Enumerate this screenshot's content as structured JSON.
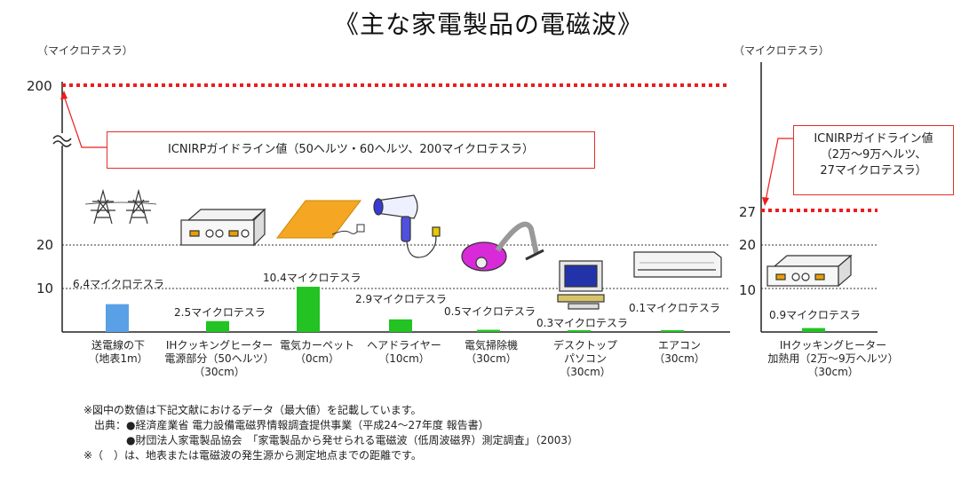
{
  "title": "《主な家電製品の電磁波》",
  "left_panel": {
    "unit": "（マイクロテスラ）",
    "ticks": [
      "200",
      "20",
      "10"
    ],
    "guideline_label": "ICNIRPガイドライン値（50ヘルツ・60ヘルツ、200マイクロテスラ）"
  },
  "right_panel": {
    "unit": "（マイクロテスラ）",
    "ticks": [
      "27",
      "20",
      "10"
    ],
    "guideline_lines": [
      "ICNIRPガイドライン値",
      "（2万〜9万ヘルツ、",
      "27マイクロテスラ）"
    ]
  },
  "colors": {
    "accent_bar": "#5aa0e6",
    "bar": "#22c322",
    "guideline": "#ee1c1c"
  },
  "chart_data": [
    {
      "type": "bar",
      "categories": [
        "送電線の下\n（地表1m）",
        "IHクッキングヒーター\n電源部分（50ヘルツ）\n（30cm）",
        "電気カーペット\n（0cm）",
        "ヘアドライヤー\n（10cm）",
        "電気掃除機\n（30cm）",
        "デスクトップ\nパソコン\n（30cm）",
        "エアコン\n（30cm）"
      ],
      "values": [
        6.4,
        2.5,
        10.4,
        2.9,
        0.5,
        0.3,
        0.1
      ],
      "value_labels": [
        "6.4マイクロテスラ",
        "2.5マイクロテスラ",
        "10.4マイクロテスラ",
        "2.9マイクロテスラ",
        "0.5マイクロテスラ",
        "0.3マイクロテスラ",
        "0.1マイクロテスラ"
      ],
      "ylabel": "（マイクロテスラ）",
      "yticks": [
        10,
        20,
        200
      ],
      "axis_break": true,
      "guideline": 200,
      "grid": true
    },
    {
      "type": "bar",
      "categories": [
        "IHクッキングヒーター\n加熱用（2万〜9万ヘルツ）\n（30cm）"
      ],
      "values": [
        0.9
      ],
      "value_labels": [
        "0.9マイクロテスラ"
      ],
      "ylabel": "（マイクロテスラ）",
      "yticks": [
        10,
        20,
        27
      ],
      "guideline": 27,
      "grid": true
    }
  ],
  "notes": [
    "※図中の数値は下記文献におけるデータ（最大値）を記載しています。",
    "　出典：●経済産業省 電力設備電磁界情報調査提供事業（平成24〜27年度 報告書）",
    "　　　　●財団法人家電製品協会　「家電製品から発せられる電磁波（低周波磁界）測定調査」（2003）",
    "※（　）は、地表または電磁波の発生源から測定地点までの距離です。"
  ]
}
